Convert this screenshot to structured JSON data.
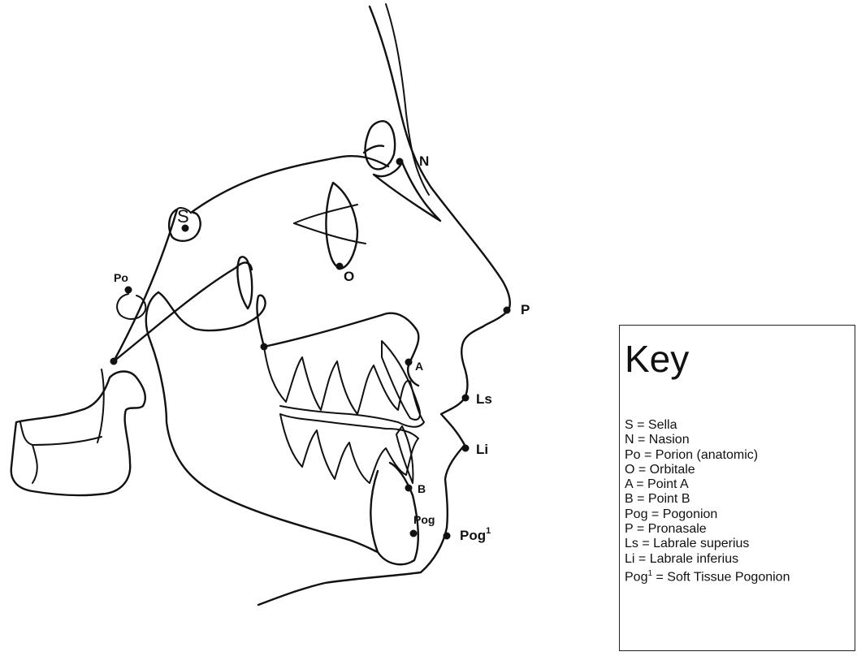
{
  "landmarks": {
    "S": "S",
    "N": "N",
    "Po": "Po",
    "O": "O",
    "A": "A",
    "B": "B",
    "Pog": "Pog",
    "P": "P",
    "Ls": "Ls",
    "Li": "Li",
    "Pog1": "Pog",
    "Pog1_sup": "1"
  },
  "key": {
    "title": "Key",
    "items": [
      {
        "text": "S  = Sella"
      },
      {
        "text": "N  = Nasion"
      },
      {
        "text": "Po = Porion (anatomic)"
      },
      {
        "text": "O = Orbitale"
      },
      {
        "text": "A = Point A"
      },
      {
        "text": "B = Point B"
      },
      {
        "text": "Pog = Pogonion"
      },
      {
        "text": "P = Pronasale"
      },
      {
        "text": "Ls = Labrale superius"
      },
      {
        "text": "Li = Labrale inferius"
      },
      {
        "text_prefix": "Pog",
        "sup": "1",
        "text_suffix": " = Soft Tissue Pogonion"
      }
    ]
  }
}
